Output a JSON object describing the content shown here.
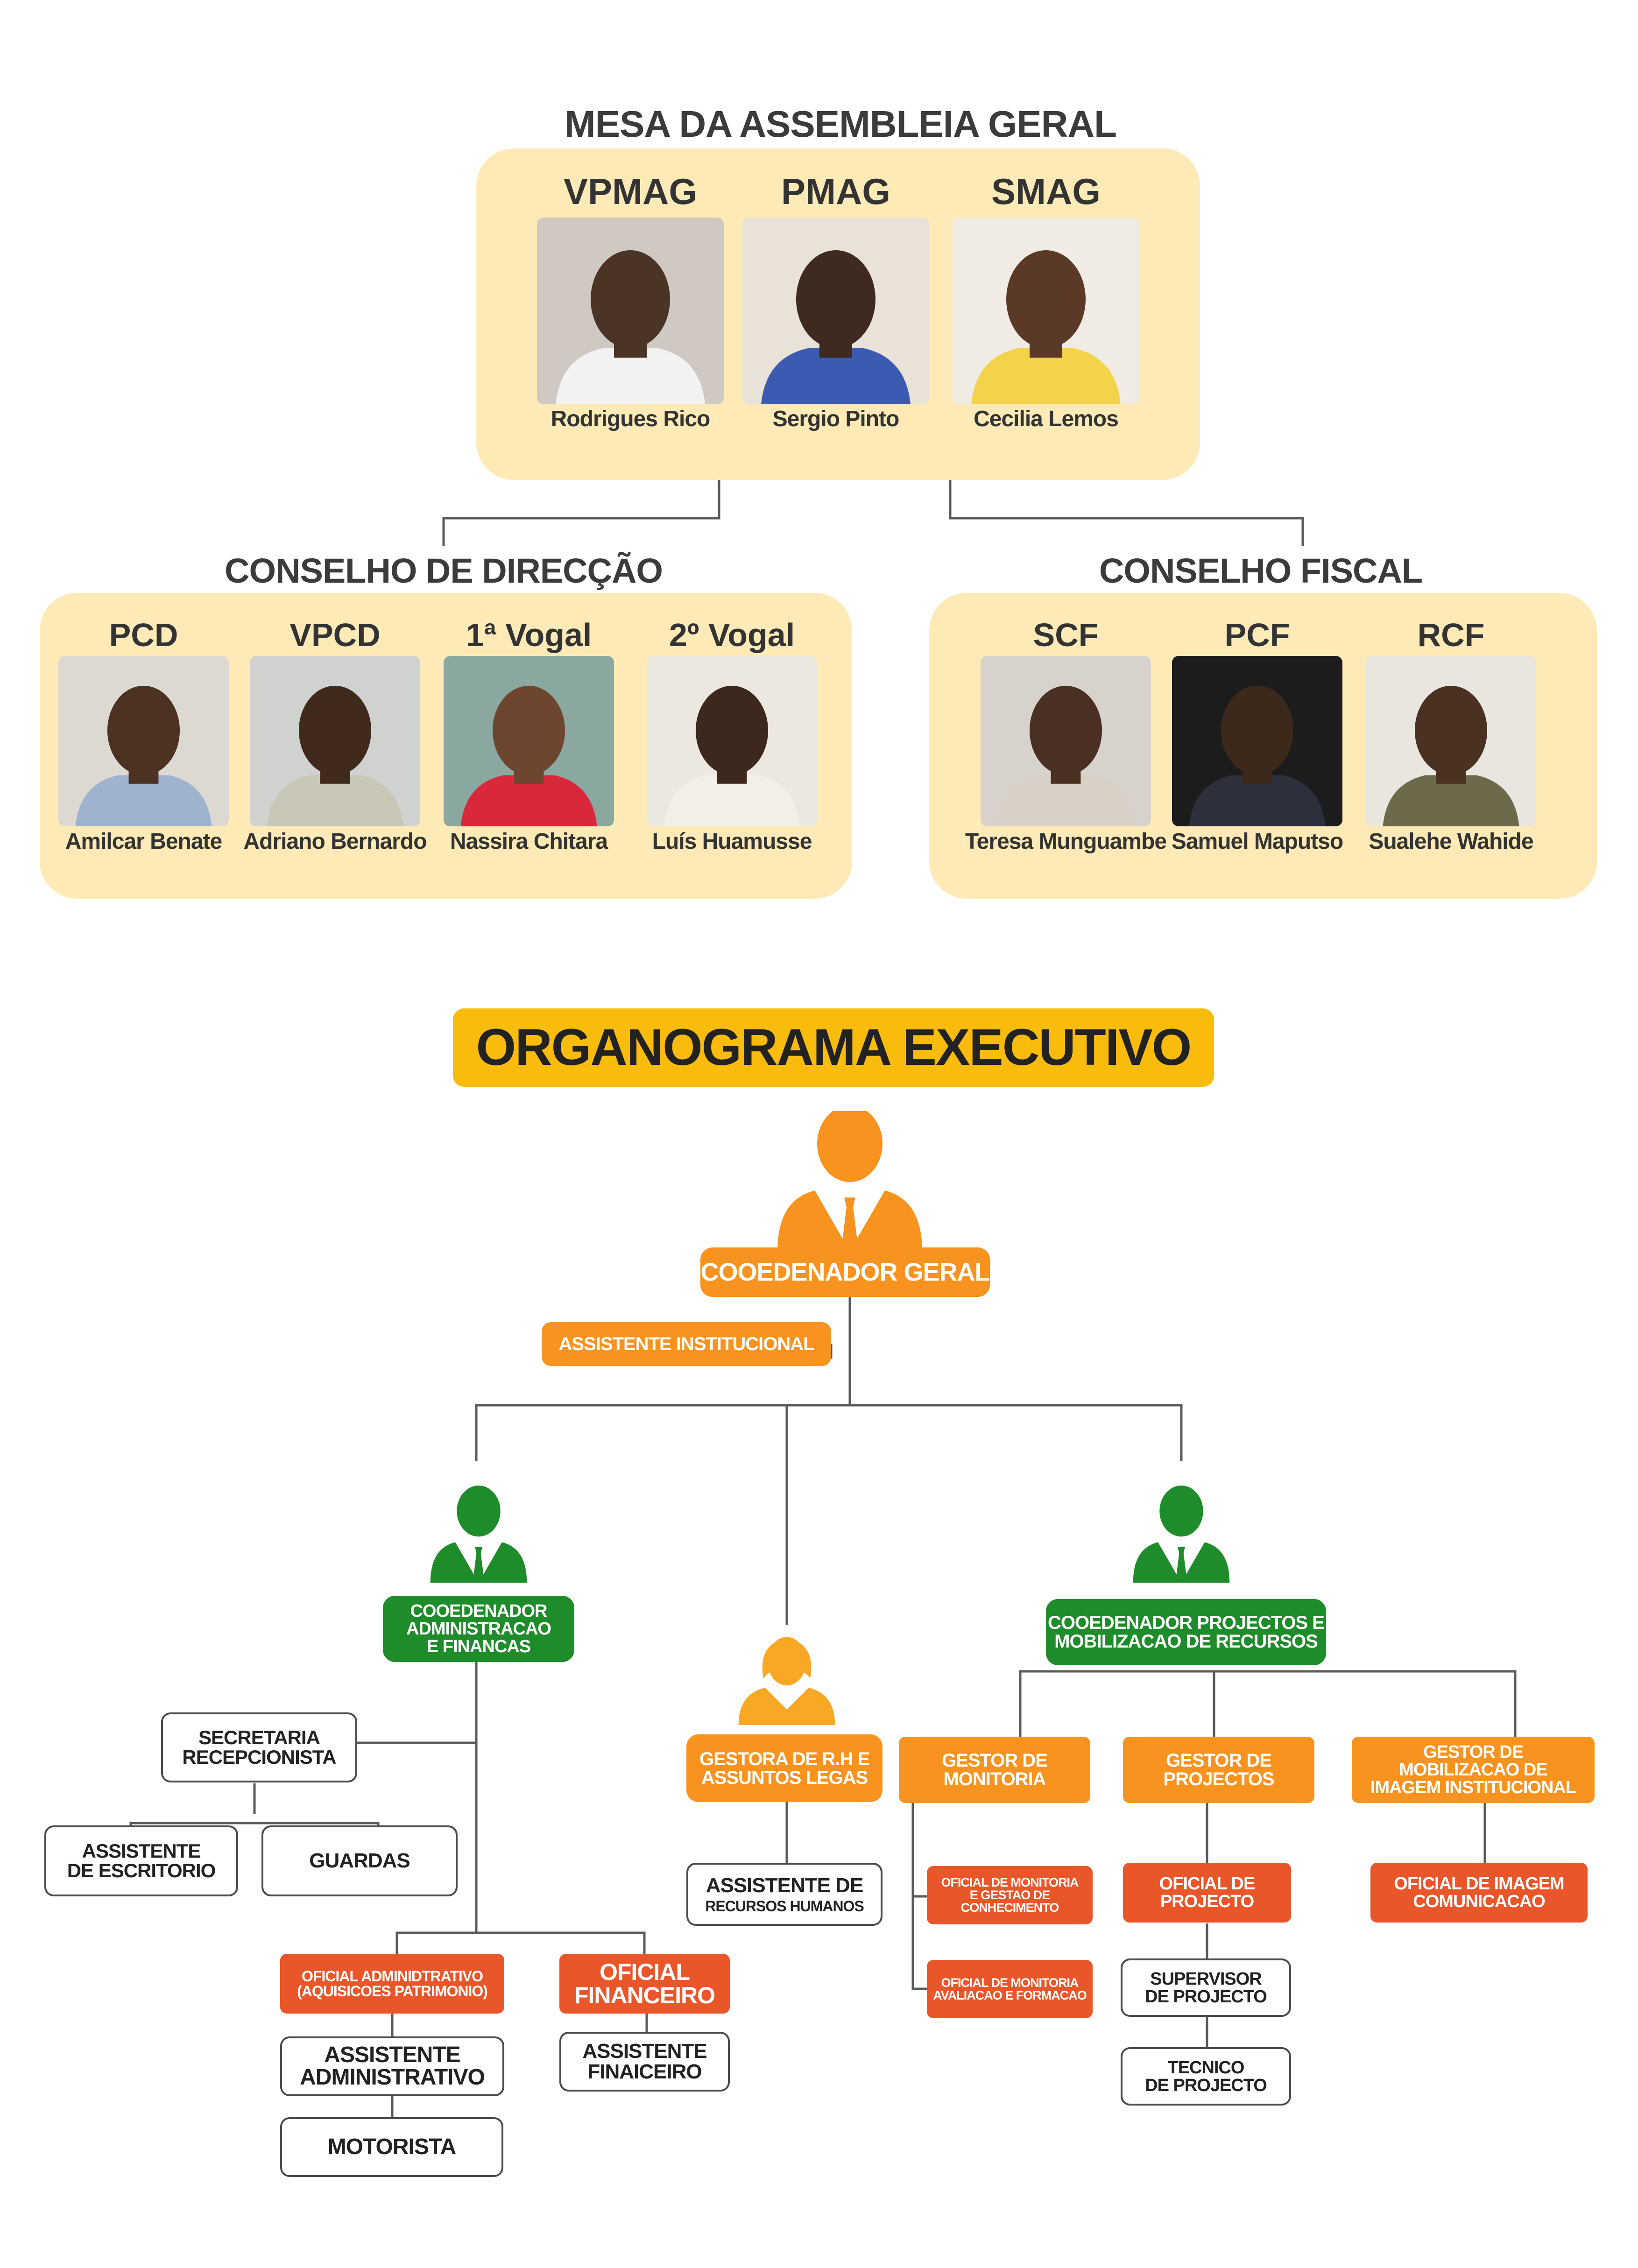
{
  "colors": {
    "panel": "#fdeab7",
    "accent_yellow": "#f9bc0d",
    "orange": "#f7931e",
    "red_orange": "#e8562a",
    "green": "#1e8c2a",
    "line": "#5a5a5a"
  },
  "assembleia": {
    "title": "MESA DA ASSEMBLEIA GERAL",
    "members": [
      {
        "role": "VPMAG",
        "name": "Rodrigues Rico",
        "bg": "#cfc9c2",
        "skin": "#4a3426",
        "shirt": "#f2f2f2"
      },
      {
        "role": "PMAG",
        "name": "Sergio Pinto",
        "bg": "#e9e2d8",
        "skin": "#3e2a1e",
        "shirt": "#3b5bb0"
      },
      {
        "role": "SMAG",
        "name": "Cecilia Lemos",
        "bg": "#f0ece4",
        "skin": "#5a3a26",
        "shirt": "#f3d34a"
      }
    ]
  },
  "direccao": {
    "title": "CONSELHO DE DIRECÇÃO",
    "members": [
      {
        "role": "PCD",
        "name": "Amilcar Benate",
        "bg": "#dcd8d2",
        "skin": "#4b3223",
        "shirt": "#9fb3cf"
      },
      {
        "role": "VPCD",
        "name": "Adriano Bernardo",
        "bg": "#cfd2cf",
        "skin": "#3f2a1d",
        "shirt": "#c9c7b8"
      },
      {
        "role": "1ª Vogal",
        "name": "Nassira Chitara",
        "bg": "#8aa7a0",
        "skin": "#6e4630",
        "shirt": "#d8283a"
      },
      {
        "role": "2º Vogal",
        "name": "Luís Huamusse",
        "bg": "#ece8e0",
        "skin": "#3c281c",
        "shirt": "#f2efe6"
      }
    ]
  },
  "fiscal": {
    "title": "CONSELHO FISCAL",
    "members": [
      {
        "role": "SCF",
        "name": "Teresa Munguambe",
        "bg": "#d7d3cc",
        "skin": "#4a3022",
        "shirt": "#d8d0c4"
      },
      {
        "role": "PCF",
        "name": "Samuel Maputso",
        "bg": "#1c1c1c",
        "skin": "#3d281c",
        "shirt": "#2c2f3c"
      },
      {
        "role": "RCF",
        "name": "Sualehe Wahide",
        "bg": "#e9e6e0",
        "skin": "#4a3122",
        "shirt": "#6c6a4a"
      }
    ]
  },
  "exec": {
    "title": "ORGANOGRAMA EXECUTIVO",
    "coordenador_geral": "COOEDENADOR GERAL",
    "assistente_institucional": "ASSISTENTE INSTITUCIONAL",
    "coord_admin": "COOEDENADOR\nADMINISTRACAO\nE FINANCAS",
    "gestora_rh": "GESTORA DE R.H E\nASSUNTOS LEGAS",
    "coord_projectos": "COOEDENADOR PROJECTOS E\nMOBILIZACAO DE RECURSOS",
    "secretaria": "SECRETARIA\nRECEPCIONISTA",
    "assist_escritorio": "ASSISTENTE\nDE ESCRITORIO",
    "guardas": "GUARDAS",
    "oficial_admin": "OFICIAL ADMINIDTRATIVO\n(AQUISICOES  PATRIMONIO)",
    "oficial_financeiro": "OFICIAL\nFINANCEIRO",
    "assist_administrativo": "ASSISTENTE\nADMINISTRATIVO",
    "assist_financeiro": "ASSISTENTE\nFINAICEIRO",
    "motorista": "MOTORISTA",
    "assist_rh_top": "ASSISTENTE DE",
    "assist_rh_bottom": "RECURSOS HUMANOS",
    "gestor_monitoria": "GESTOR DE\nMONITORIA",
    "gestor_projectos": "GESTOR DE\nPROJECTOS",
    "gestor_mobilizacao": "GESTOR DE\nMOBILIZACAO DE\nIMAGEM INSTITUCIONAL",
    "oficial_mon_conhecimento": "OFICIAL DE MONITORIA\nE GESTAO DE\nCONHECIMENTO",
    "oficial_mon_avaliacao": "OFICIAL DE MONITORIA\nAVALIACAO E FORMACAO",
    "oficial_projecto": "OFICIAL DE\nPROJECTO",
    "supervisor": "SUPERVISOR\nDE PROJECTO",
    "tecnico": "TECNICO\nDE PROJECTO",
    "oficial_imagem": "OFICIAL DE IMAGEM\nCOMUNICACAO"
  }
}
